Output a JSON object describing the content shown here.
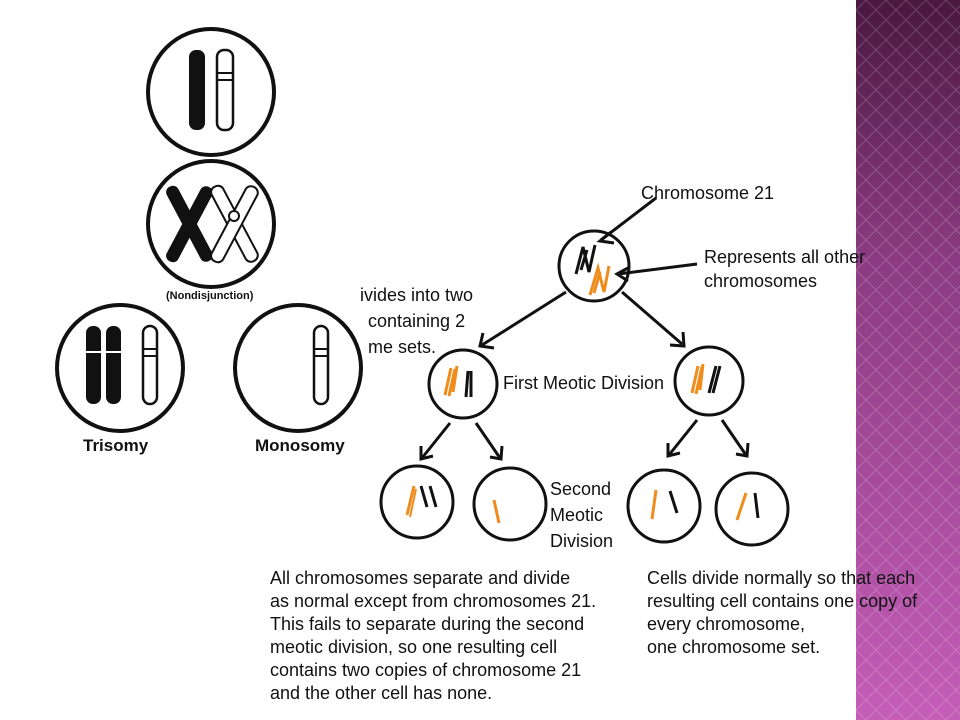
{
  "colors": {
    "band_dark": "#4a1840",
    "band_mid": "#b34fa8",
    "band_light": "#d06ac5",
    "chromosome_orange": "#f08c1c",
    "ink": "#111111"
  },
  "left_diagram": {
    "nondisjunction_label": "(Nondisjunction)",
    "trisomy_label": "Trisomy",
    "monosomy_label": "Monosomy"
  },
  "right_diagram": {
    "chromosome21_label": "Chromosome 21",
    "other_chromosomes_label": [
      "Represents all other",
      "chromosomes"
    ],
    "clipped_text": [
      "ivides into two",
      "containing 2",
      "me sets."
    ],
    "first_division_label": "First Meotic Division",
    "second_division_label": [
      "Second",
      "Meotic",
      "Division"
    ]
  },
  "captions": {
    "left": [
      "All chromosomes separate and divide",
      "as normal except from chromosomes 21.",
      "This fails to separate during the second",
      "meotic division, so one resulting cell",
      "contains two copies of chromosome 21",
      "and the other cell has none."
    ],
    "right": [
      "Cells divide normally so that each",
      "resulting cell contains one copy of",
      "every chromosome,",
      "one chromosome set."
    ]
  }
}
